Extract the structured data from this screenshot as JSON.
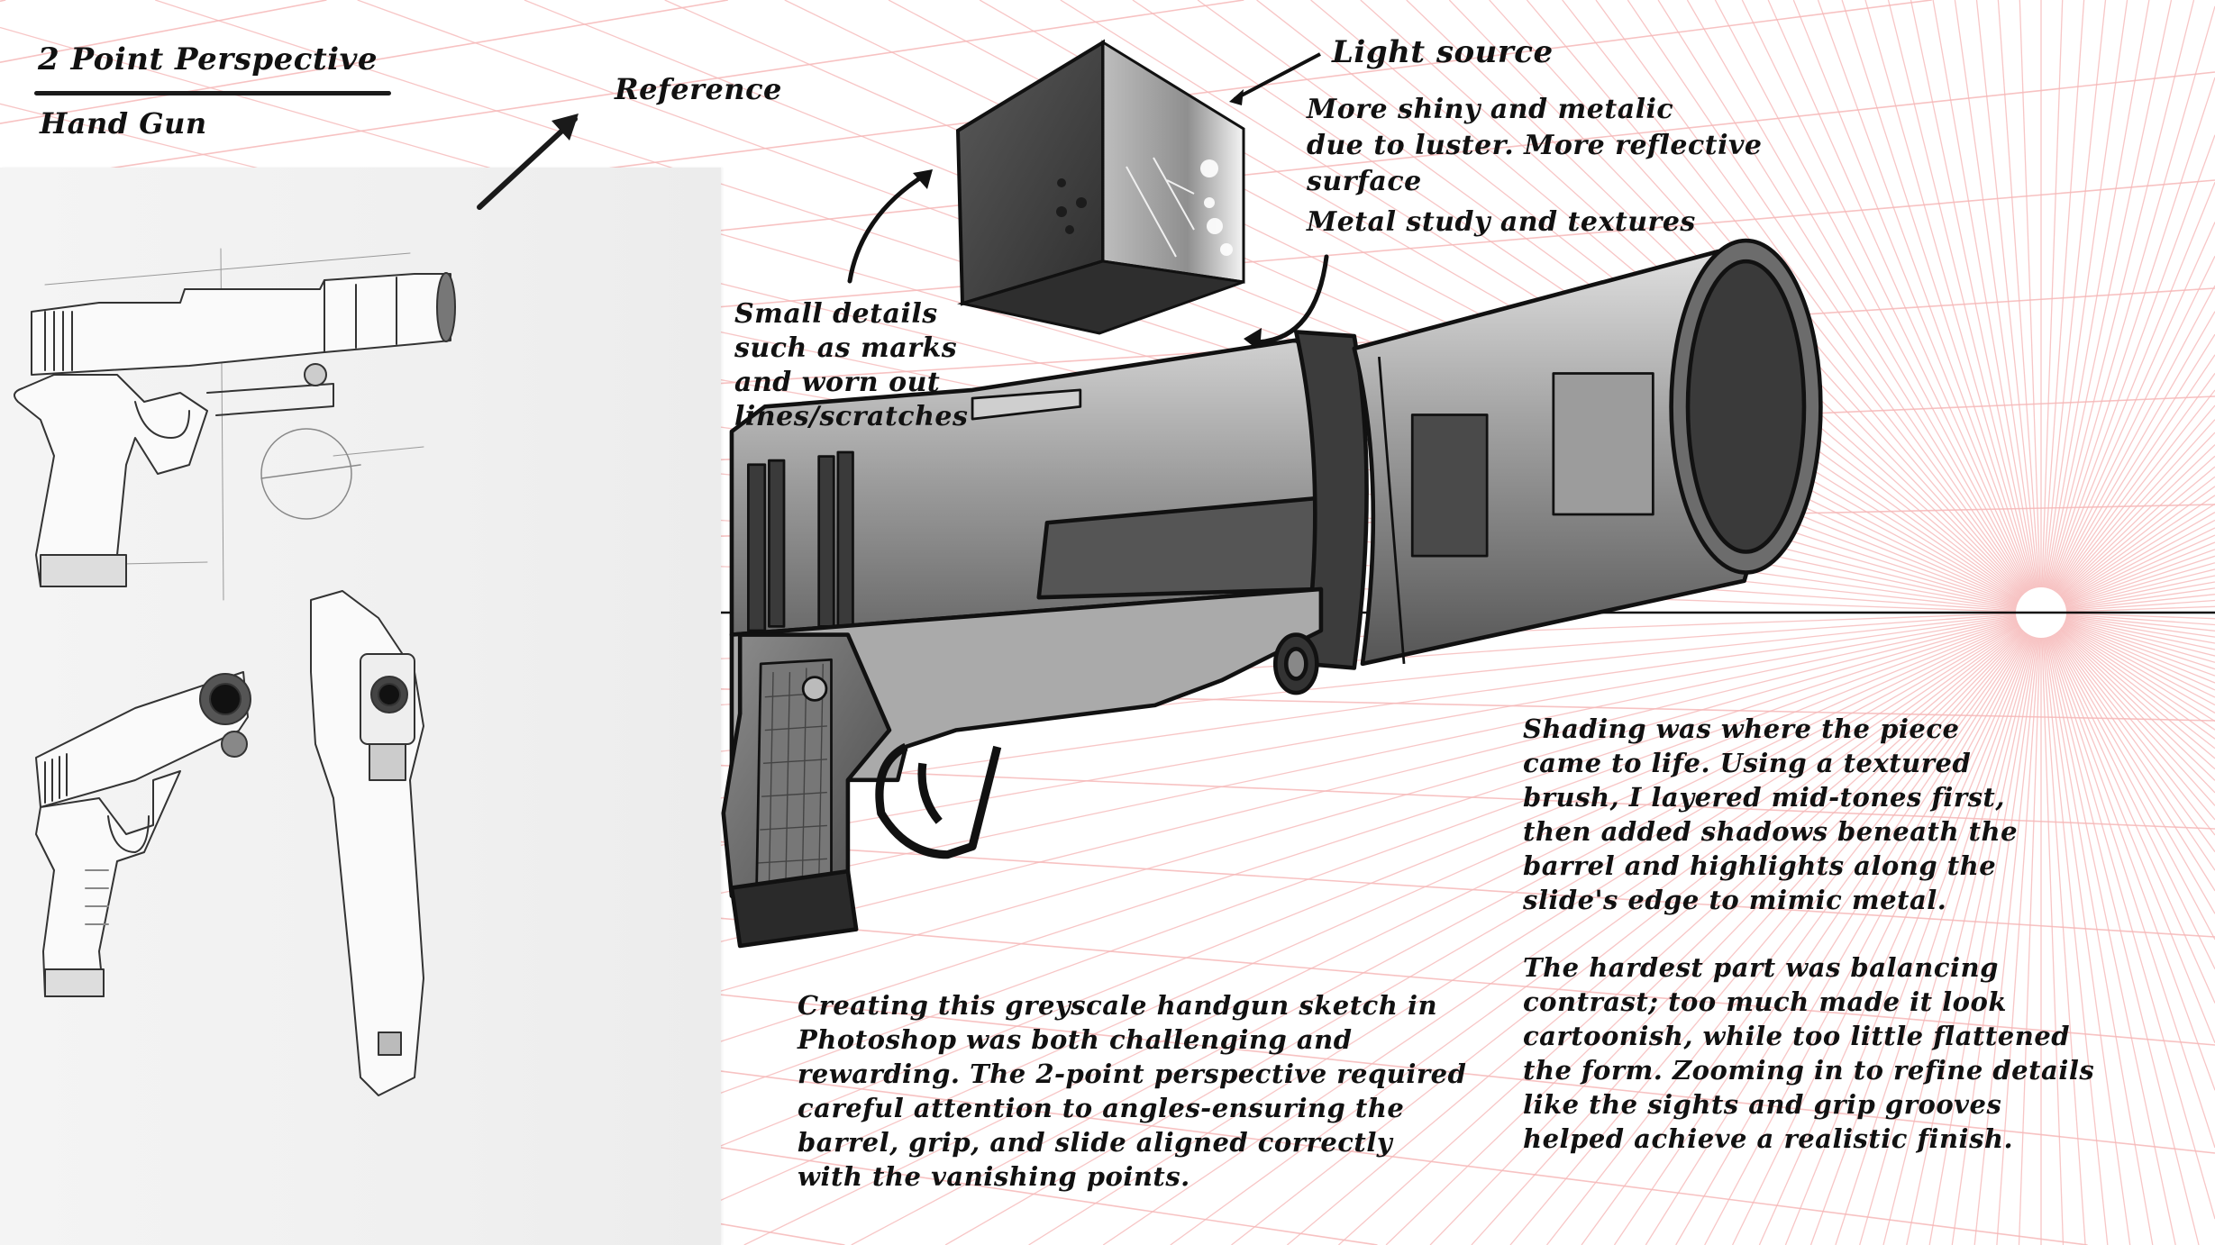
{
  "header": {
    "title": "2 Point Perspective",
    "subtitle": "Hand Gun"
  },
  "annotations": {
    "reference": "Reference",
    "light_source": "Light source",
    "metal_note": "More shiny and metalic\ndue to luster. More reflective\nsurface",
    "metal_study": "Metal study and textures",
    "small_details": "Small details\nsuch as marks\nand worn out\nlines/scratches"
  },
  "paragraphs": {
    "creating": "Creating this greyscale handgun sketch in\nPhotoshop was both challenging and\nrewarding. The 2-point perspective required\ncareful attention to angles-ensuring the\nbarrel, grip, and slide aligned correctly\nwith the vanishing points.",
    "shading": "Shading was where the piece\ncame to life. Using a textured\nbrush, I layered mid-tones first,\nthen added shadows beneath the\nbarrel and highlights along the\nslide's edge to mimic metal.",
    "hardest": "The hardest part was balancing\ncontrast; too much made it look\ncartoonish, while too little flattened\nthe form. Zooming in to refine details\nlike the sights and grip grooves\nhelped achieve a realistic finish."
  },
  "colors": {
    "grid_line": "#f6b8b8",
    "ink": "#111111",
    "paper": "#f2f2f2",
    "metal_dark": "#3a3a3a",
    "metal_mid": "#8a8a8a",
    "metal_light": "#d8d8d8"
  }
}
